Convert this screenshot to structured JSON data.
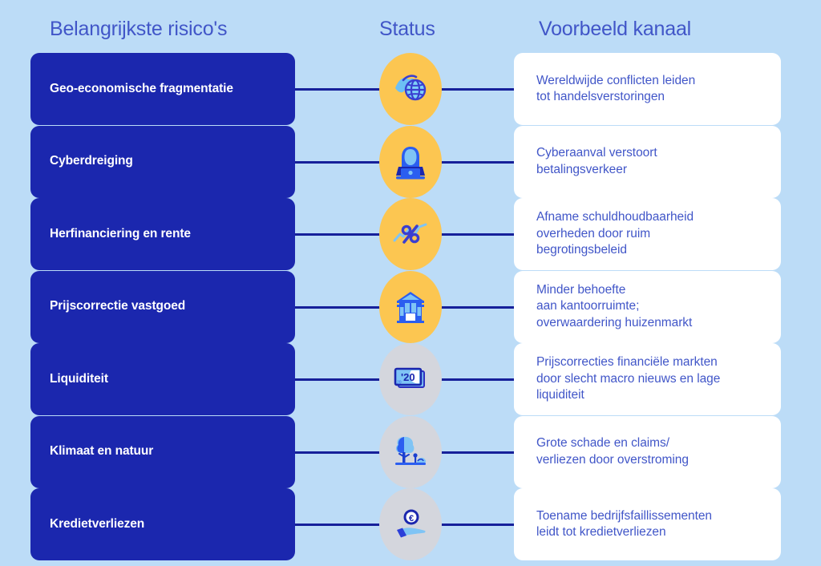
{
  "headers": {
    "risks": "Belangrijkste risico's",
    "status": "Status",
    "channel": "Voorbeeld kanaal"
  },
  "colors": {
    "background": "#bcdcf7",
    "risk_card": "#1b27ae",
    "risk_card_text": "#ffffff",
    "channel_card": "#ffffff",
    "channel_card_text": "#4156c8",
    "header_text": "#4156c8",
    "connector_line": "#16209a",
    "status_amber": "#fcc651",
    "status_grey": "#d4d6dd"
  },
  "rows": [
    {
      "risk": "Geo-economische fragmentatie",
      "status_color": "amber",
      "icon": "globe-world-icon",
      "channel": "Wereldwijde conflicten leiden\ntot handelsverstoringen"
    },
    {
      "risk": "Cyberdreiging",
      "status_color": "amber",
      "icon": "hacker-laptop-icon",
      "channel": "Cyberaanval verstoort\nbetalingsverkeer"
    },
    {
      "risk": "Herfinanciering en rente",
      "status_color": "amber",
      "icon": "percent-trend-icon",
      "channel": "Afname schuldhoudbaarheid\noverheden door ruim\nbegrotingsbeleid"
    },
    {
      "risk": "Prijscorrectie vastgoed",
      "status_color": "amber",
      "icon": "building-icon",
      "channel": "Minder behoefte\naan kantoorruimte;\noverwaardering huizenmarkt"
    },
    {
      "risk": "Liquiditeit",
      "status_color": "grey",
      "icon": "banknote-20-icon",
      "channel": "Prijscorrecties financiële markten\ndoor slecht macro nieuws en lage\nliquiditeit"
    },
    {
      "risk": "Klimaat en natuur",
      "status_color": "grey",
      "icon": "tree-nature-icon",
      "channel": "Grote schade en claims/\nverliezen door overstroming"
    },
    {
      "risk": "Kredietverliezen",
      "status_color": "grey",
      "icon": "hand-euro-coin-icon",
      "channel": "Toename bedrijfsfaillissementen\nleidt tot kredietverliezen"
    }
  ]
}
